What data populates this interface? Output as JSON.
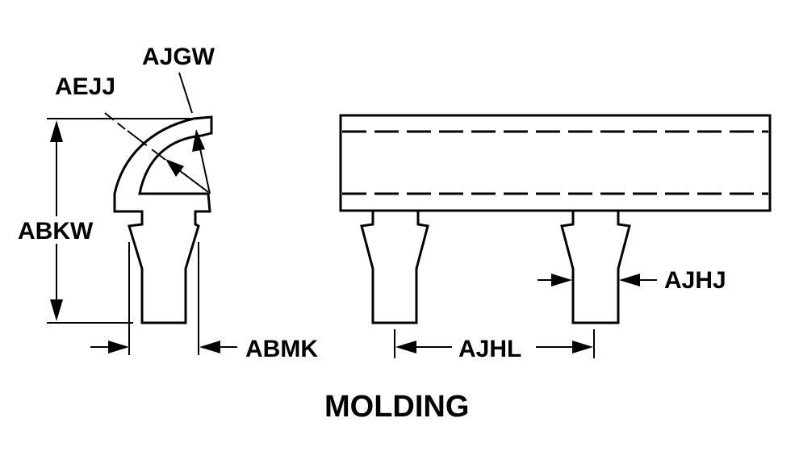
{
  "title": "MOLDING",
  "labels": {
    "ajgw": "AJGW",
    "aejj": "AEJJ",
    "abkw": "ABKW",
    "abmk": "ABMK",
    "ajhj": "AJHJ",
    "ajhl": "AJHL"
  },
  "colors": {
    "line": "#000000",
    "background": "#ffffff"
  }
}
